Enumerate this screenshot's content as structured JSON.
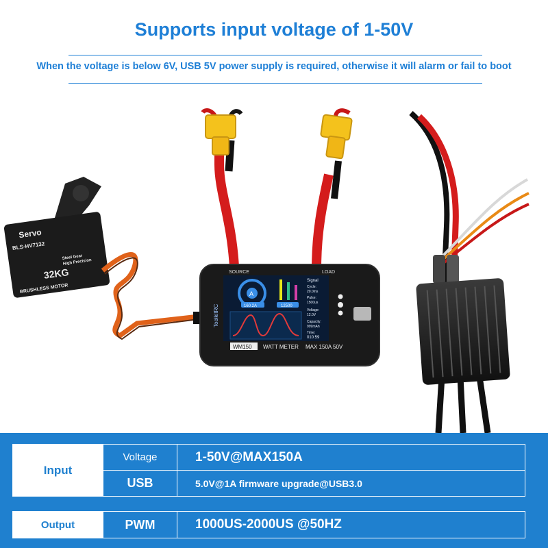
{
  "header": {
    "title": "Supports input voltage of 1-50V",
    "subtitle": "When the voltage is below 6V, USB 5V power supply is required, otherwise it will alarm or fail to boot"
  },
  "device": {
    "source_label": "SOURCE",
    "load_label": "LOAD",
    "brand": "ToolkitRC",
    "model": "WM150",
    "name": "WATT METER",
    "rating": "MAX 150A  50V",
    "screen": {
      "signal_label": "Signal",
      "cycle_label": "Cycle:",
      "cycle_value": "20.0ms",
      "pulse_label": "Pulse:",
      "pulse_value": "1500us",
      "voltage_label": "Voltage:",
      "voltage_value": "12.0V",
      "capacity_label": "Capacity:",
      "capacity_value": "999mAh",
      "time_label": "Time:",
      "time_value": "010:59",
      "gauge_letter": "A",
      "gauge_value": "160.2A",
      "bar_value": "12500"
    }
  },
  "servo": {
    "brand": "Servo",
    "model": "BLS-HV7132",
    "tag": "32KG",
    "gear": "Steel Gear",
    "precision": "High Precision",
    "motor": "BRUSHLESS MOTOR"
  },
  "specs": {
    "input_label": "Input",
    "voltage_label": "Voltage",
    "voltage_value": "1-50V@MAX150A",
    "usb_label": "USB",
    "usb_value": "5.0V@1A firmware upgrade@USB3.0",
    "output_label": "Output",
    "pwm_label": "PWM",
    "pwm_value": "1000US-2000US @50HZ"
  },
  "colors": {
    "accent": "#1e7fd6",
    "spec_band": "#1f80cf"
  }
}
